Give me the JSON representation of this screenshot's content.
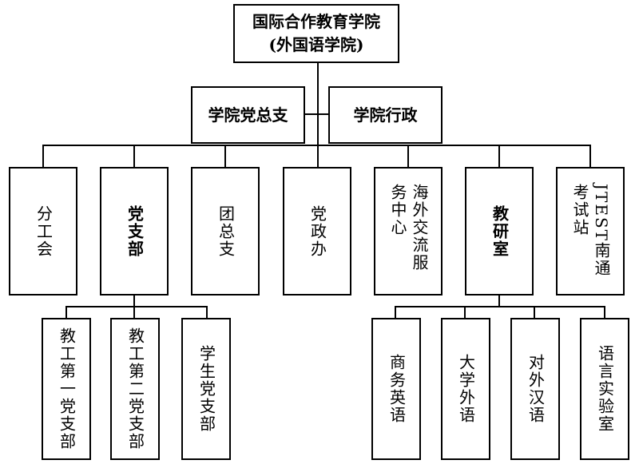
{
  "root": {
    "line1": "国际合作教育学院",
    "line2": "(外国语学院)"
  },
  "level1": {
    "party": "学院党总支",
    "admin": "学院行政"
  },
  "level2": {
    "fengonghui": "分工会",
    "dangzhibu": "党支部",
    "tuanzongzhi": "团总支",
    "dangzhengban": "党政办",
    "haiwai": "海外交流服务中心",
    "jiaoyanshi": "教研室",
    "jtest": "JTEST南通考试站"
  },
  "level3": {
    "jiaogong1": "教工第一党支部",
    "jiaogong2": "教工第二党支部",
    "xuesheng": "学生党支部",
    "shangwu": "商务英语",
    "daxue": "大学外语",
    "duiwai": "对外汉语",
    "yuyan": "语言实验室"
  }
}
